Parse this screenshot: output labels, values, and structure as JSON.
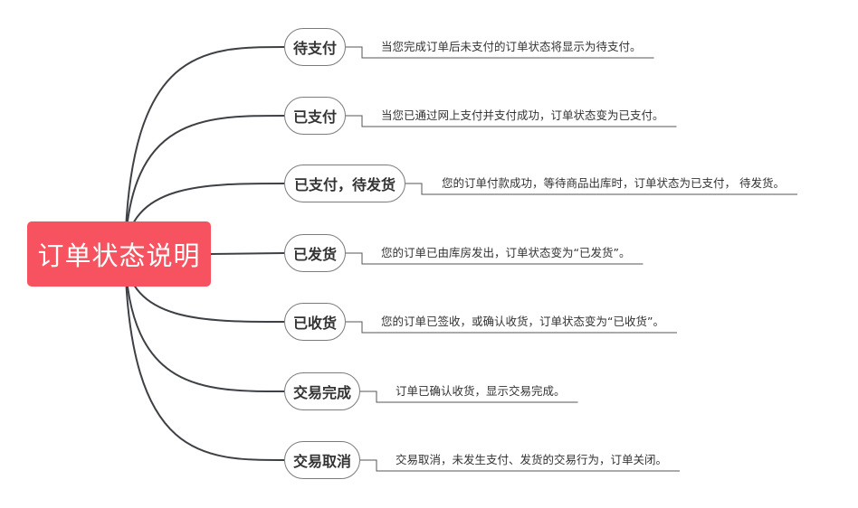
{
  "diagram": {
    "root": {
      "label": "订单状态说明"
    },
    "branches": [
      {
        "label": "待支付",
        "description": "当您完成订单后未支付的订单状态将显示为待支付。"
      },
      {
        "label": "已支付",
        "description": "当您已通过网上支付并支付成功，订单状态变为已支付。"
      },
      {
        "label": "已支付，待发货",
        "description": "您的订单付款成功，等待商品出库时，订单状态为已支付， 待发货。"
      },
      {
        "label": "已发货",
        "description": "您的订单已由库房发出，订单状态变为“已发货”。"
      },
      {
        "label": "已收货",
        "description": "您的订单已签收，或确认收货，订单状态变为“已收货”。"
      },
      {
        "label": "交易完成",
        "description": "订单已确认收货，显示交易完成。"
      },
      {
        "label": "交易取消",
        "description": "交易取消，未发生支付、发货的交易行为，订单关闭。"
      }
    ]
  },
  "colors": {
    "root_fill": "#f7525f",
    "root_text": "#ffffff",
    "connector": "#3d4145",
    "node_border": "#7b7b7b",
    "underline": "#555555"
  }
}
